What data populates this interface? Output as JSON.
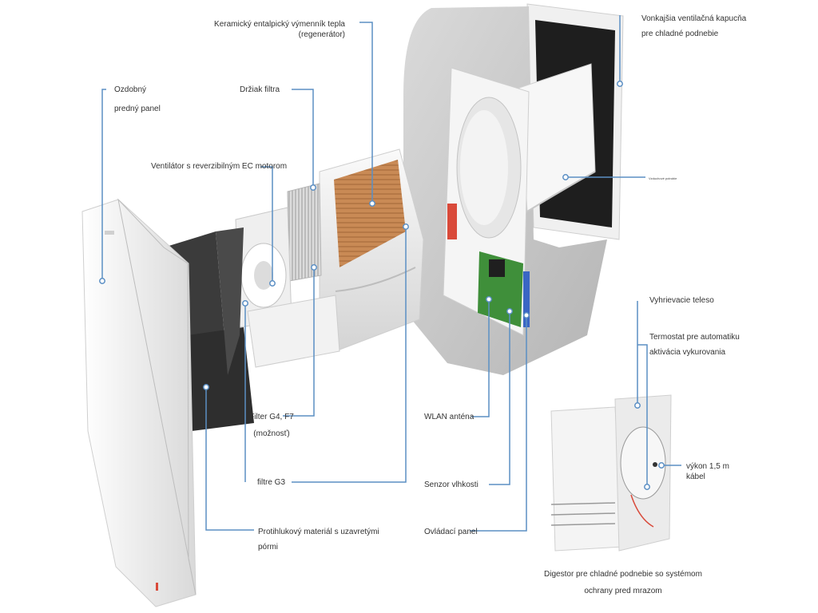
{
  "labels": {
    "ceramic_exchanger": [
      "Keramický entalpický výmenník tepla",
      "(regenerátor)"
    ],
    "decorative_panel": [
      "Ozdobný",
      "predný panel"
    ],
    "filter_holder": [
      "Držiak filtra"
    ],
    "fan_ec_motor": [
      "Ventilátor s reverzibilným EC motorom"
    ],
    "outer_hood": [
      "Vonkajšia ventilačná kapucňa",
      "pre chladné podnebie"
    ],
    "air_duct": [
      "Vzduchové potrubie"
    ],
    "heating_element": [
      "Vyhrievacie teleso"
    ],
    "thermostat": [
      "Termostat pre automatiku",
      "aktivácia vykurovania"
    ],
    "filter_g4_f7": [
      "Filter G4, F7",
      "(možnosť)"
    ],
    "wlan_antenna": [
      "WLAN anténa"
    ],
    "power_cable": [
      "výkon 1,5 m",
      "kábel"
    ],
    "filter_g3": [
      "filtre G3"
    ],
    "humidity_sensor": [
      "Senzor vlhkosti"
    ],
    "soundproof_material": [
      "Protihlukový materiál s uzavretými",
      "pórmi"
    ],
    "control_panel": [
      "Ovládací panel"
    ],
    "cold_climate_hood": [
      "Digestor pre chladné podnebie so systémom",
      "ochrany pred mrazom"
    ]
  },
  "colors": {
    "leader": "#5b8fc4",
    "label_text": "#333333",
    "insulation": "#c9c9c9",
    "white_plastic": "#f3f3f3",
    "dark_rubber": "#3b3b3b",
    "ceramic": "#c98a55",
    "pcb": "#3f8f3a"
  }
}
